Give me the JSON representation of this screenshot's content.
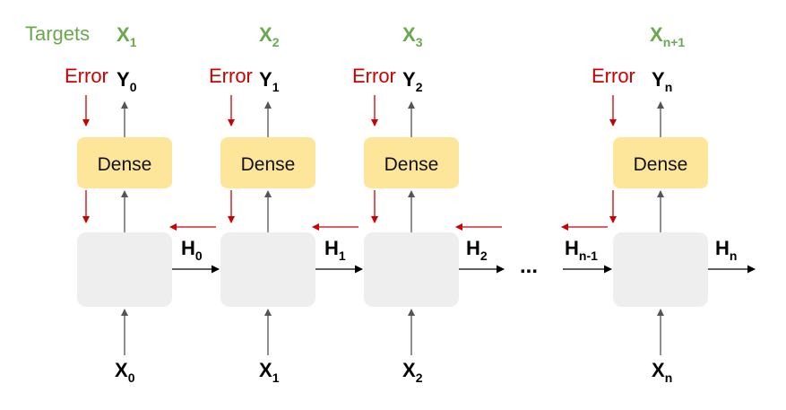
{
  "targets_label": "Targets",
  "error_label": "Error",
  "dense_label": "Dense",
  "ellipsis": "...",
  "colors": {
    "target": "#6aa84f",
    "error": "#cc0000",
    "dense_fill": "#fde59a",
    "cell_fill": "#eeeeee",
    "arrow_gray": "#555555"
  },
  "columns": [
    {
      "target": {
        "main": "X",
        "sub": "1"
      },
      "output": {
        "main": "Y",
        "sub": "0"
      },
      "input": {
        "main": "X",
        "sub": "0"
      },
      "hidden": {
        "main": "H",
        "sub": "0"
      }
    },
    {
      "target": {
        "main": "X",
        "sub": "2"
      },
      "output": {
        "main": "Y",
        "sub": "1"
      },
      "input": {
        "main": "X",
        "sub": "1"
      },
      "hidden": {
        "main": "H",
        "sub": "1"
      }
    },
    {
      "target": {
        "main": "X",
        "sub": "3"
      },
      "output": {
        "main": "Y",
        "sub": "2"
      },
      "input": {
        "main": "X",
        "sub": "2"
      },
      "hidden": {
        "main": "H",
        "sub": "2"
      }
    },
    {
      "target": {
        "main": "X",
        "sub": "n+1"
      },
      "output": {
        "main": "Y",
        "sub": "n"
      },
      "input": {
        "main": "X",
        "sub": "n"
      },
      "hidden": {
        "main": "H",
        "sub": "n"
      }
    }
  ],
  "hidden_prev": {
    "main": "H",
    "sub": "n-1"
  }
}
